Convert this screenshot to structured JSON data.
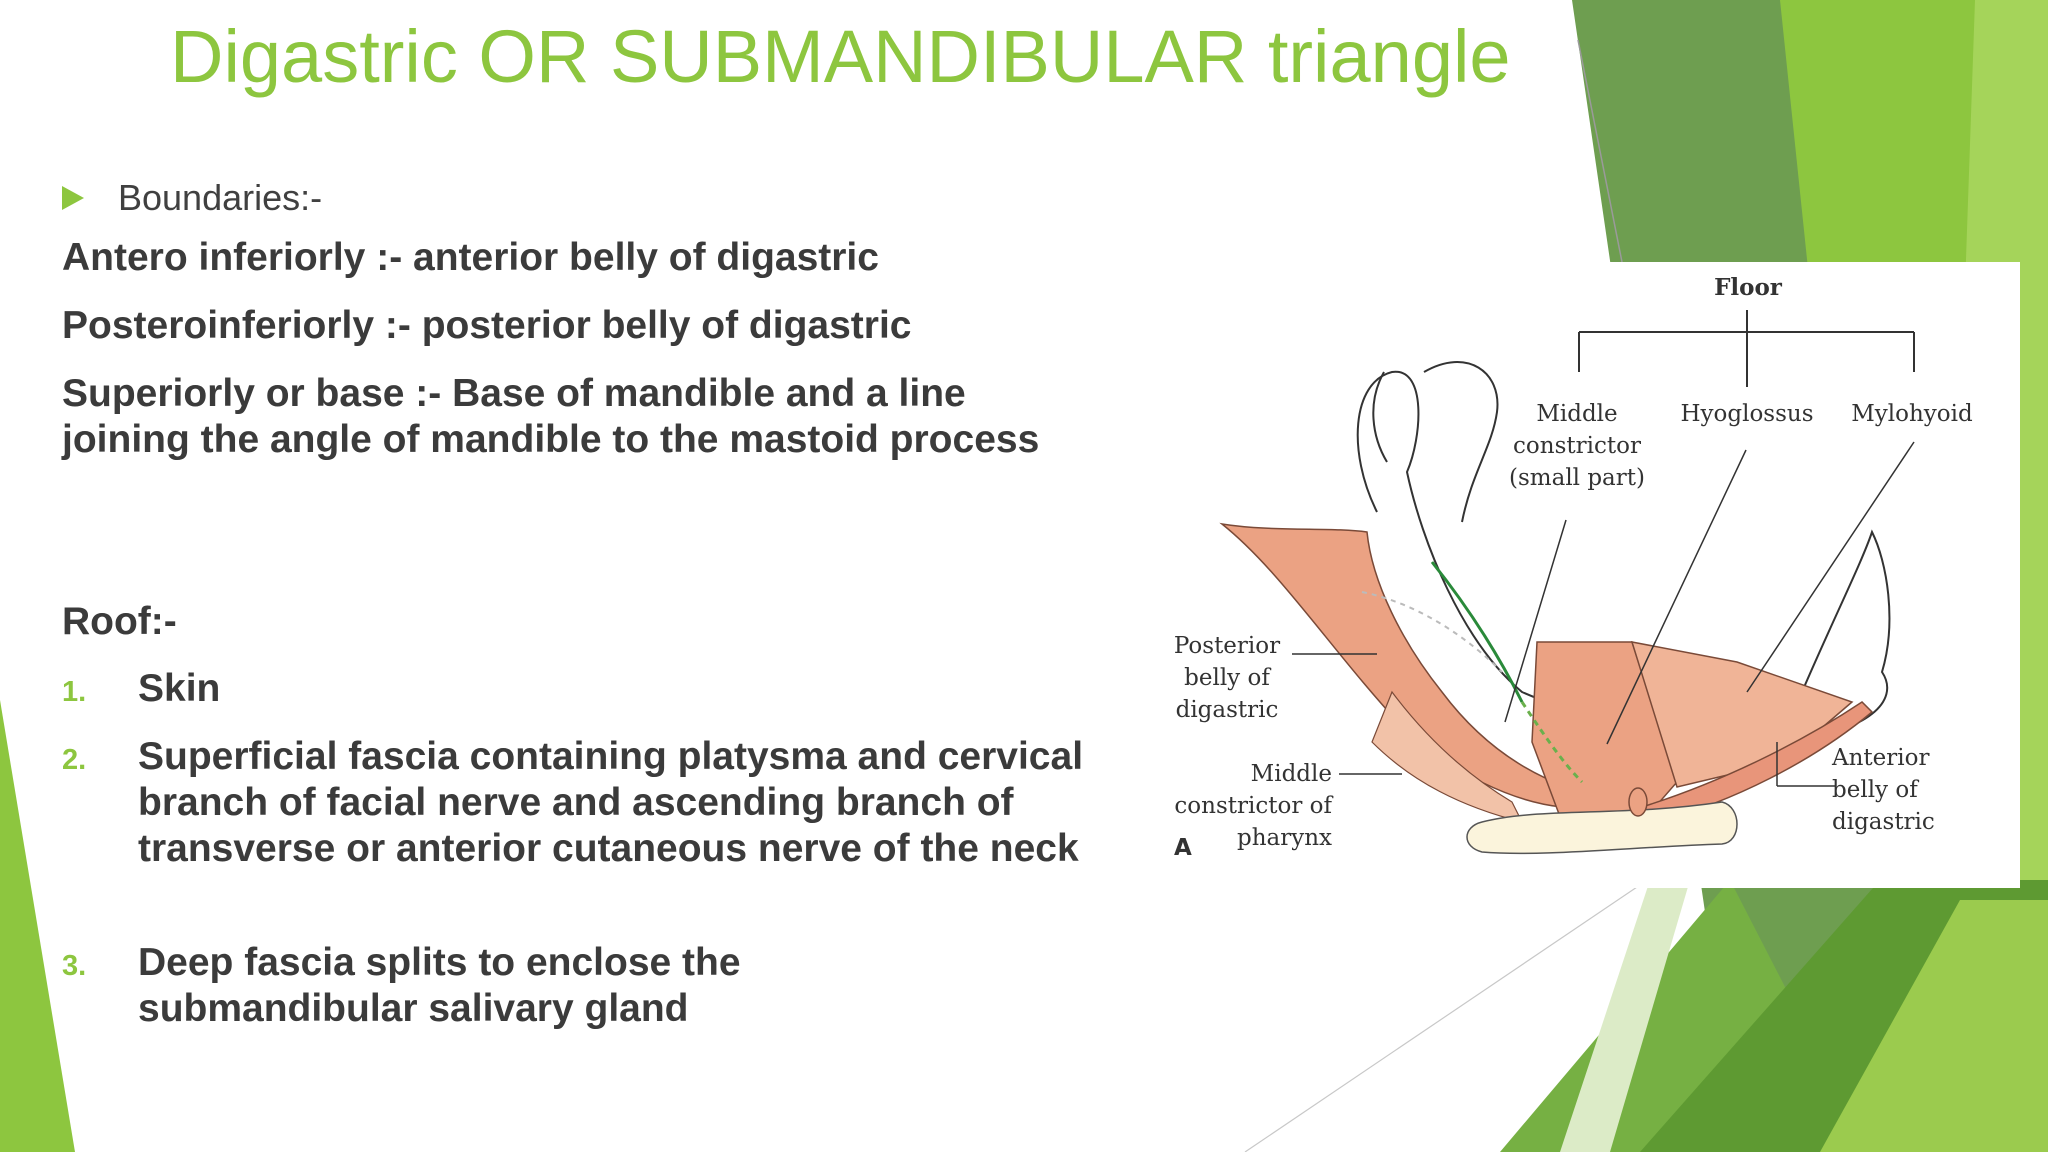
{
  "colors": {
    "accent": "#8DC63F",
    "title": "#8DC63F",
    "text": "#3b3b3b",
    "dark_green": "#5E9A32",
    "muscle": "#EBA283"
  },
  "slide": {
    "title": "Digastric OR SUBMANDIBULAR triangle",
    "bullet_icon": "triangle-bullet-icon",
    "boundaries_heading": "Boundaries:-",
    "boundaries": [
      "Antero inferiorly :-  anterior belly of digastric",
      "Posteroinferiorly :- posterior belly of digastric",
      "Superiorly or base :- Base of mandible and a line joining the angle of mandible to the mastoid process"
    ],
    "roof_heading": "Roof:-",
    "roof_items": [
      {
        "num": "1.",
        "text": "Skin"
      },
      {
        "num": "2.",
        "text": "Superficial fascia containing platysma and cervical branch of facial nerve and ascending branch of transverse or anterior cutaneous nerve of the neck"
      },
      {
        "num": "3.",
        "text": "Deep fascia splits to enclose the submandibular salivary gland"
      }
    ]
  },
  "figure": {
    "labels": {
      "floor": "Floor",
      "middle_constrictor_small_1": "Middle",
      "middle_constrictor_small_2": "constrictor",
      "middle_constrictor_small_3": "(small part)",
      "hyoglossus": "Hyoglossus",
      "mylohyoid": "Mylohyoid",
      "posterior_belly_1": "Posterior",
      "posterior_belly_2": "belly of",
      "posterior_belly_3": "digastric",
      "middle_constrictor_pharynx_1": "Middle",
      "middle_constrictor_pharynx_2": "constrictor of",
      "middle_constrictor_pharynx_3": "pharynx",
      "anterior_belly_1": "Anterior",
      "anterior_belly_2": "belly of",
      "anterior_belly_3": "digastric",
      "panel_letter": "A"
    }
  }
}
